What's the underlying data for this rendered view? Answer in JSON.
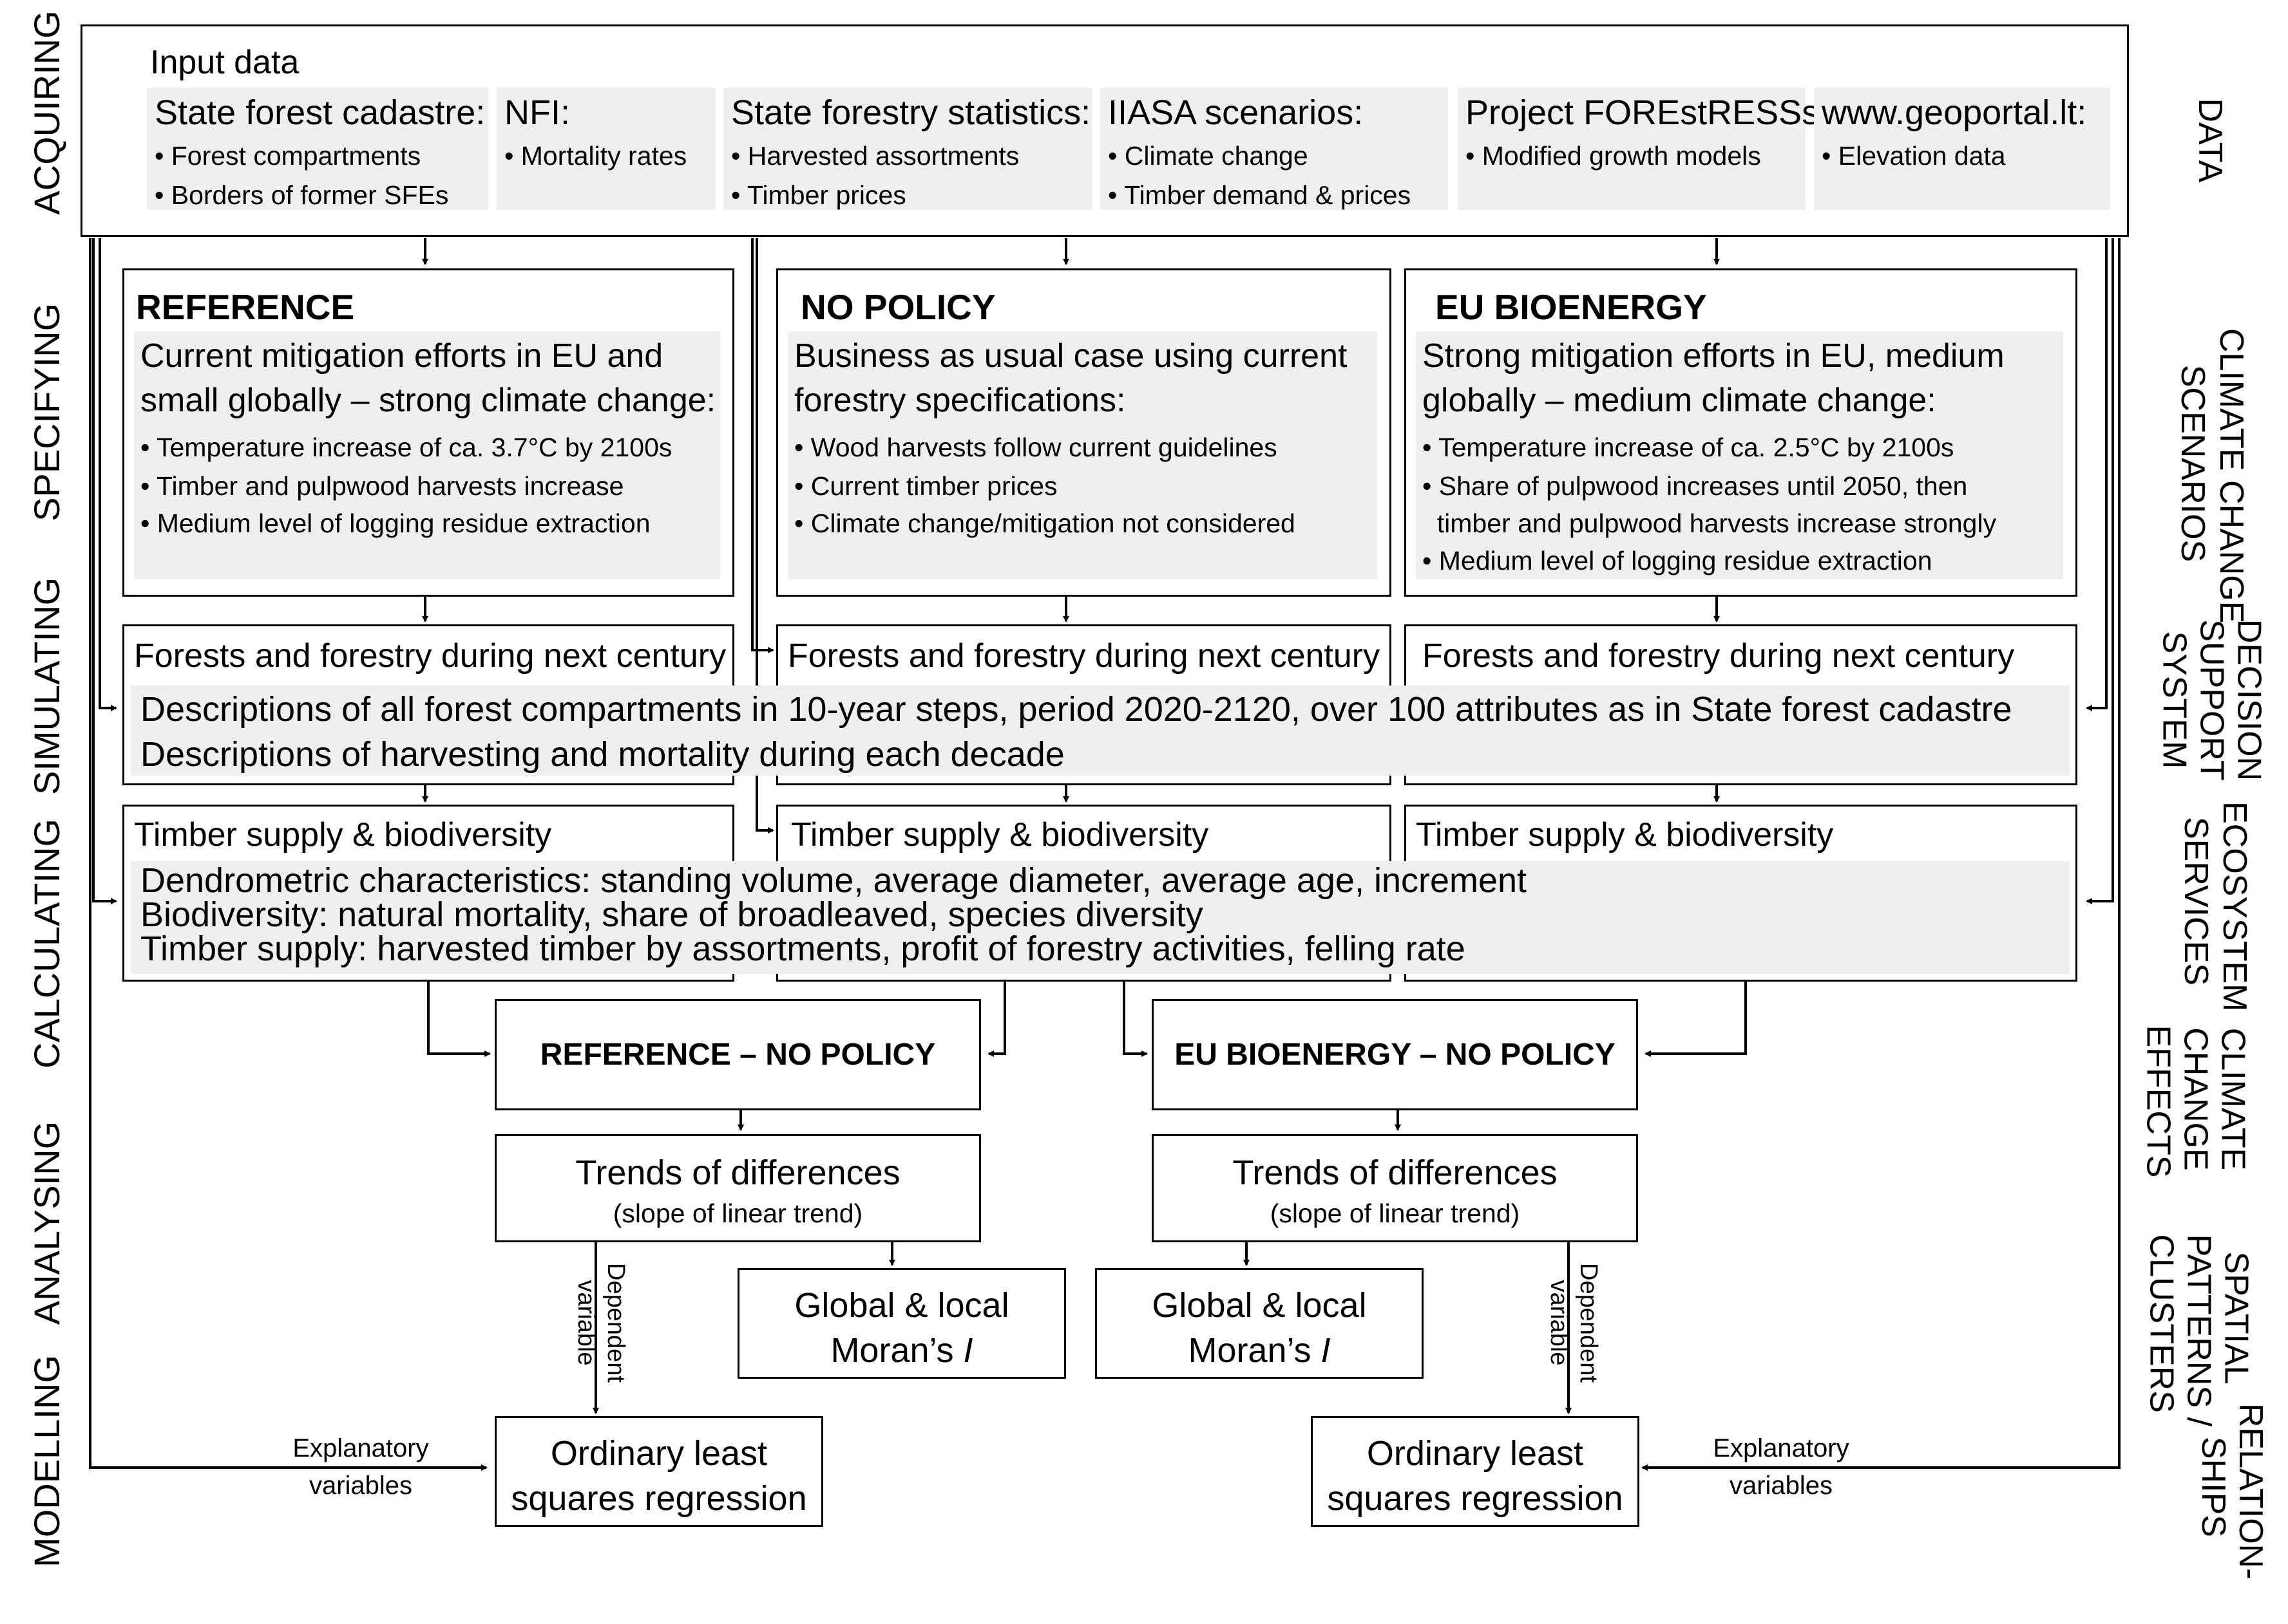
{
  "stages_left": [
    "ACQUIRING",
    "SPECIFYING",
    "SIMULATING",
    "CALCULATING",
    "ANALYSING",
    "MODELLING"
  ],
  "stages_right": {
    "data": "DATA",
    "climate": [
      "CLIMATE CHANGE",
      "SCENARIOS"
    ],
    "dss": [
      "DECISION",
      "SUPPORT",
      "SYSTEM"
    ],
    "ecosystem": [
      "ECOSYSTEM",
      "SERVICES"
    ],
    "effects": [
      "CLIMATE",
      "CHANGE",
      "EFFECTS"
    ],
    "spatial": [
      "SPATIAL",
      "PATTERNS /",
      "CLUSTERS"
    ],
    "relation": [
      "RELATION-",
      "SHIPS"
    ]
  },
  "input": {
    "title": "Input data",
    "sources": [
      {
        "title": "State forest cadastre:",
        "items": [
          "• Forest compartments",
          "• Borders of former SFEs"
        ]
      },
      {
        "title": "NFI:",
        "items": [
          "• Mortality rates"
        ]
      },
      {
        "title": "State forestry statistics:",
        "items": [
          "• Harvested assortments",
          "• Timber prices"
        ]
      },
      {
        "title": "IIASA scenarios:",
        "items": [
          "• Climate change",
          "• Timber demand & prices"
        ]
      },
      {
        "title": "Project FOREstRESSs:",
        "items": [
          "• Modified growth models"
        ]
      },
      {
        "title": "www.geoportal.lt:",
        "items": [
          "• Elevation data"
        ]
      }
    ]
  },
  "scenarios": [
    {
      "title": "REFERENCE",
      "desc": [
        "Current mitigation efforts in EU and",
        "small globally – strong climate change:"
      ],
      "items": [
        "• Temperature increase of ca. 3.7°C by 2100s",
        "• Timber and pulpwood harvests increase",
        "• Medium level of logging residue extraction"
      ]
    },
    {
      "title": "NO POLICY",
      "desc": [
        "Business as usual case using current",
        "forestry specifications:"
      ],
      "items": [
        "• Wood harvests follow current guidelines",
        "• Current timber prices",
        "• Climate change/mitigation not considered"
      ]
    },
    {
      "title": "EU BIOENERGY",
      "desc": [
        "Strong mitigation efforts in EU, medium",
        "globally – medium climate change:"
      ],
      "items": [
        "• Temperature increase of ca. 2.5°C by 2100s",
        "• Share of pulpwood increases until 2050, then",
        "  timber and pulpwood harvests increase strongly",
        "• Medium level of logging residue extraction"
      ]
    }
  ],
  "simulation": {
    "box_title": "Forests and forestry during next century",
    "lines": [
      "Descriptions of all forest compartments in 10-year steps, period 2020-2120, over 100 attributes as in State forest cadastre",
      "Descriptions of harvesting and mortality during each decade"
    ]
  },
  "calculation": {
    "box_title": "Timber supply & biodiversity",
    "lines": [
      "Dendrometric characteristics: standing volume, average diameter, average age, increment",
      "Biodiversity: natural mortality, share of broadleaved, species diversity",
      "Timber supply: harvested timber by assortments, profit of forestry activities, felling rate"
    ]
  },
  "comparisons": [
    "REFERENCE – NO POLICY",
    "EU BIOENERGY – NO POLICY"
  ],
  "trends": {
    "title": "Trends of differences",
    "subtitle": "(slope of linear trend)"
  },
  "moran": {
    "line1": "Global & local",
    "line2": "Moran’s ",
    "italic": "I"
  },
  "ols": {
    "line1": "Ordinary least",
    "line2": "squares regression"
  },
  "dependent": {
    "line1": "Dependent",
    "line2": "variable"
  },
  "explanatory": {
    "line1": "Explanatory",
    "line2": "variables"
  }
}
